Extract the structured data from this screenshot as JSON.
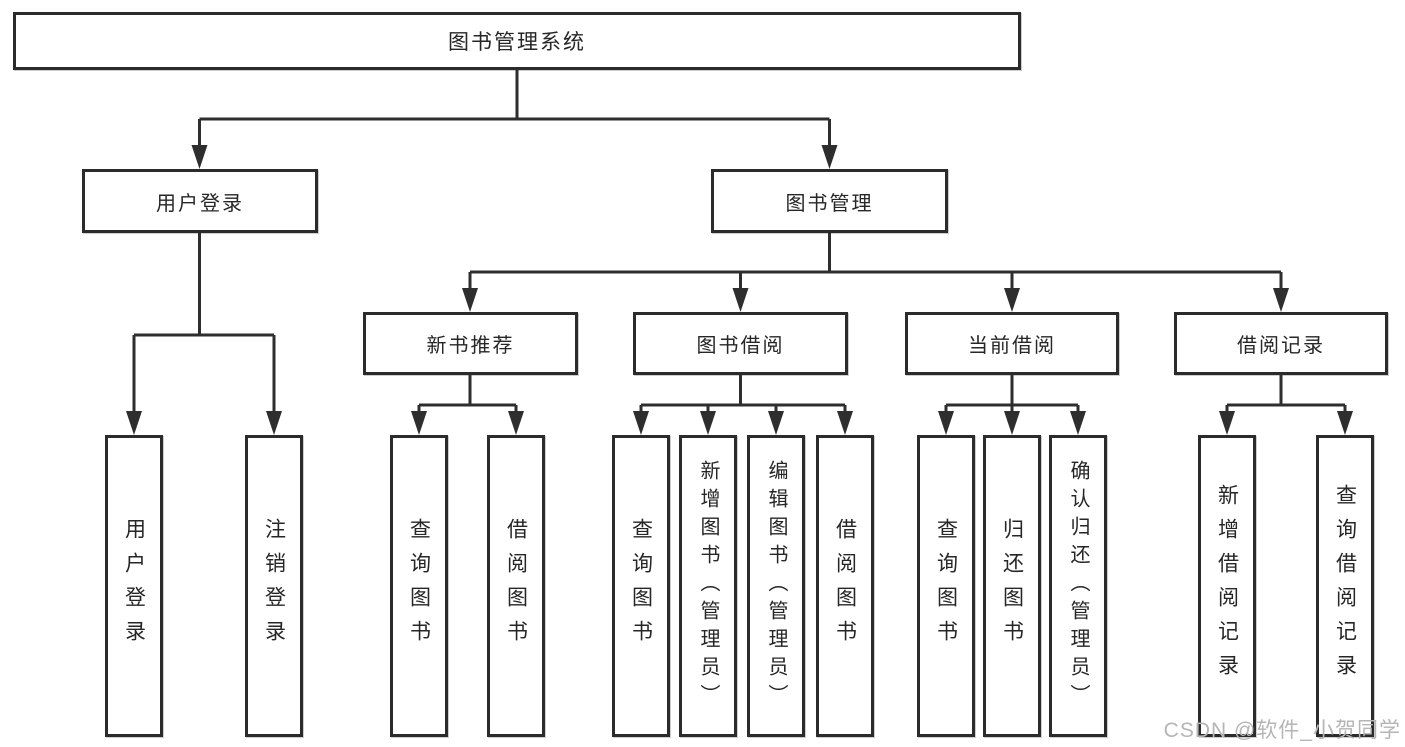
{
  "diagram": {
    "type": "hierarchy",
    "colors": {
      "line": "#2e2e2e",
      "box_border": "#2b2b2b",
      "text": "#262626",
      "watermark": "#b5b5b5",
      "background": "#ffffff"
    },
    "tree": {
      "label": "图书管理系统",
      "children": [
        {
          "label": "用户登录",
          "children": [
            {
              "label": "用户登录"
            },
            {
              "label": "注销登录"
            }
          ]
        },
        {
          "label": "图书管理",
          "children": [
            {
              "label": "新书推荐",
              "children": [
                {
                  "label": "查询图书"
                },
                {
                  "label": "借阅图书"
                }
              ]
            },
            {
              "label": "图书借阅",
              "children": [
                {
                  "label": "查询图书"
                },
                {
                  "label": "新增图书（管理员）"
                },
                {
                  "label": "编辑图书（管理员）"
                },
                {
                  "label": "借阅图书"
                }
              ]
            },
            {
              "label": "当前借阅",
              "children": [
                {
                  "label": "查询图书"
                },
                {
                  "label": "归还图书"
                },
                {
                  "label": "确认归还（管理员）"
                }
              ]
            },
            {
              "label": "借阅记录",
              "children": [
                {
                  "label": "新增借阅记录"
                },
                {
                  "label": "查询借阅记录"
                }
              ]
            }
          ]
        }
      ]
    },
    "watermark": {
      "text": "CSDN @软件_小贺同学"
    }
  }
}
